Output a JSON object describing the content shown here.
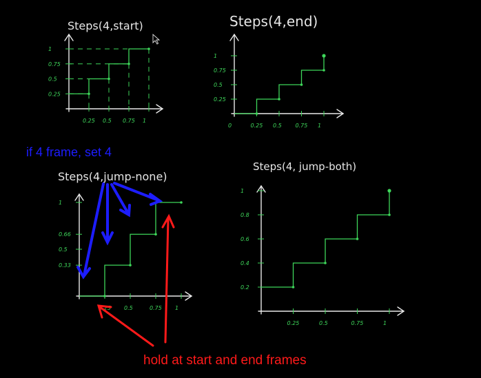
{
  "notes": {
    "blue": "if 4 frame, set 4",
    "red": "hold at start and end frames"
  },
  "colors": {
    "background": "#000000",
    "axis": "#eaeaea",
    "step_line": "#3ed65a",
    "blue_annotation": "#1d1dff",
    "red_annotation": "#ff1a1a"
  },
  "diagrams": [
    {
      "id": "start",
      "title": "Steps(4,start)",
      "x_ticks": [
        "0.25",
        "0.5",
        "0.75",
        "1"
      ],
      "y_ticks": [
        "0.25",
        "0.5",
        "0.75",
        "1"
      ],
      "steps": [
        {
          "x0": 0,
          "x1": 0.25,
          "y": 0.25
        },
        {
          "x0": 0.25,
          "x1": 0.5,
          "y": 0.5
        },
        {
          "x0": 0.5,
          "x1": 0.75,
          "y": 0.75
        },
        {
          "x0": 0.75,
          "x1": 1,
          "y": 1
        }
      ]
    },
    {
      "id": "end",
      "title": "Steps(4,end)",
      "x_ticks": [
        "0",
        "0.25",
        "0.5",
        "0.75",
        "1"
      ],
      "y_ticks": [
        "0.25",
        "0.5",
        "0.75",
        "1"
      ],
      "steps": [
        {
          "x0": 0,
          "x1": 0.25,
          "y": 0
        },
        {
          "x0": 0.25,
          "x1": 0.5,
          "y": 0.25
        },
        {
          "x0": 0.5,
          "x1": 0.75,
          "y": 0.5
        },
        {
          "x0": 0.75,
          "x1": 1,
          "y": 0.75
        }
      ],
      "end_value": 1
    },
    {
      "id": "jump-none",
      "title": "Steps(4,jump-none)",
      "x_ticks": [
        "0.25",
        "0.5",
        "0.75",
        "1"
      ],
      "y_ticks": [
        "0.33",
        "0.5",
        "0.66",
        "1"
      ],
      "steps": [
        {
          "x0": 0,
          "x1": 0.25,
          "y": 0
        },
        {
          "x0": 0.25,
          "x1": 0.5,
          "y": 0.33
        },
        {
          "x0": 0.5,
          "x1": 0.75,
          "y": 0.66
        },
        {
          "x0": 0.75,
          "x1": 1,
          "y": 1
        }
      ]
    },
    {
      "id": "jump-both",
      "title": "Steps(4, jump-both)",
      "x_ticks": [
        "0.25",
        "0.5",
        "0.75",
        "1"
      ],
      "y_ticks": [
        "0.2",
        "0.4",
        "0.6",
        "0.8",
        "1"
      ],
      "steps": [
        {
          "x0": 0,
          "x1": 0.25,
          "y": 0.2
        },
        {
          "x0": 0.25,
          "x1": 0.5,
          "y": 0.4
        },
        {
          "x0": 0.5,
          "x1": 0.75,
          "y": 0.6
        },
        {
          "x0": 0.75,
          "x1": 1,
          "y": 0.8
        }
      ],
      "end_value": 1
    }
  ]
}
